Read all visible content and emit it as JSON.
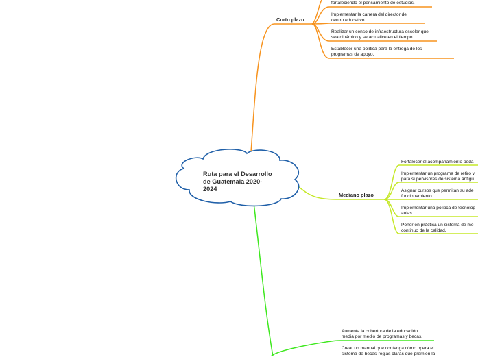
{
  "central_topic": {
    "text": "Ruta para el Desarrollo\nde Guatemala 2020-\n2024",
    "border_color": "#1f5fa8"
  },
  "branches": [
    {
      "label": "Corto plazo",
      "color": "#f7931e",
      "items": [
        "fortaleciendo el pensamiento de estudios.",
        "Implementar la carrera del director de\ncentro educativo",
        "Realizar un censo de infraestructura escolar que\nsea dinámico y se actualice en el tiempo",
        "Establecer una política para la entrega de los\nprogramas de apoyo."
      ]
    },
    {
      "label": "Mediano plazo",
      "color": "#c6e829",
      "items": [
        "Fortalecer el acompañamiento peda",
        "Implementar un programa de retiro v\npara supervisores de sistema antigu",
        "Asignar cursos que permitan su ade\nfuncionamiento.",
        "Implementar una política de tecnolog\naulas.",
        "Poner en práctica un sistema de me\ncontinuo de la calidad."
      ]
    },
    {
      "label": "",
      "color": "#3ee81e",
      "items": [
        "Aumenta la cobertura de la educación\nmedia por medio de programas y becas.",
        "Crear un manual que contenga cómo opera el\nsistema de becas-reglas claras que premien la"
      ]
    }
  ]
}
